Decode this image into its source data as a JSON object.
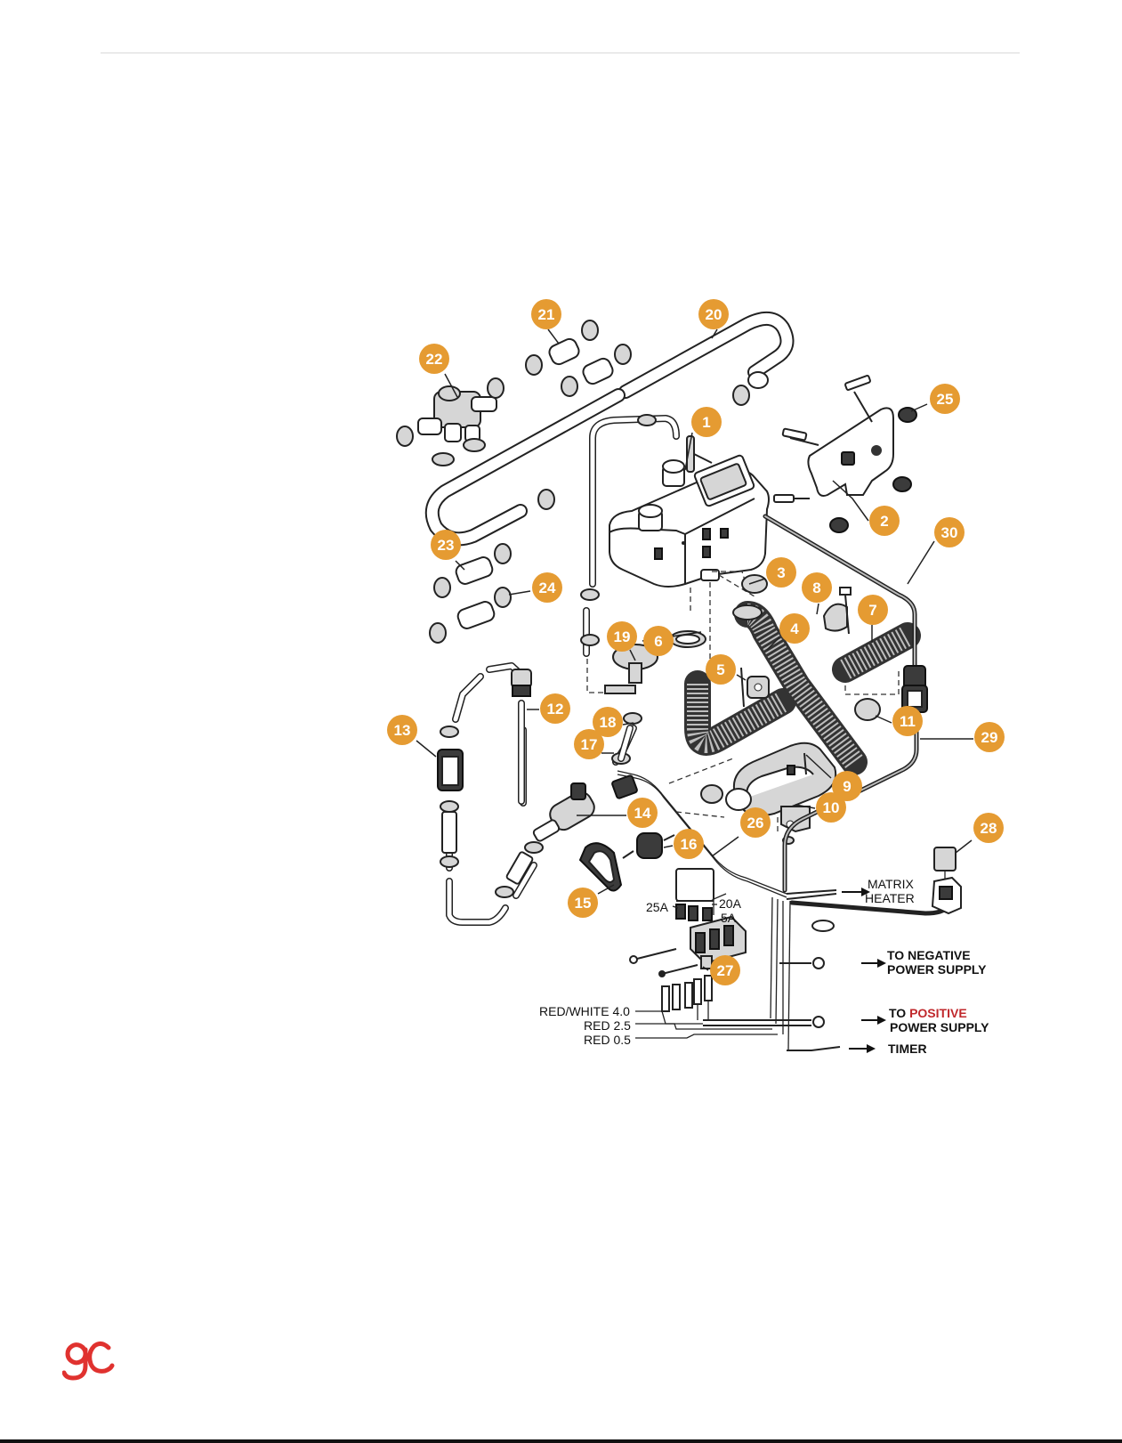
{
  "brand": {
    "logo_text": "gc",
    "logo_color": "#e0322f"
  },
  "colors": {
    "callout": "#e59b32",
    "positive": "#c0282c"
  },
  "callouts": [
    "1",
    "2",
    "3",
    "4",
    "5",
    "6",
    "7",
    "8",
    "9",
    "10",
    "11",
    "12",
    "13",
    "14",
    "15",
    "16",
    "17",
    "18",
    "19",
    "20",
    "21",
    "22",
    "23",
    "24",
    "25",
    "26",
    "27",
    "28",
    "29",
    "30"
  ],
  "relay_fuses": {
    "f25": "25A",
    "f20": "20A",
    "f5": "5A"
  },
  "wires": {
    "red_white": "RED/WHITE 4.0",
    "red25": "RED 2.5",
    "red05": "RED 0.5"
  },
  "connections": {
    "matrix_1": "MATRIX",
    "matrix_2": "HEATER",
    "negative_1": "TO NEGATIVE",
    "negative_2": "POWER SUPPLY",
    "positive_prefix": "TO ",
    "positive_word": "POSITIVE",
    "positive_2": "POWER SUPPLY",
    "timer": "TIMER"
  }
}
